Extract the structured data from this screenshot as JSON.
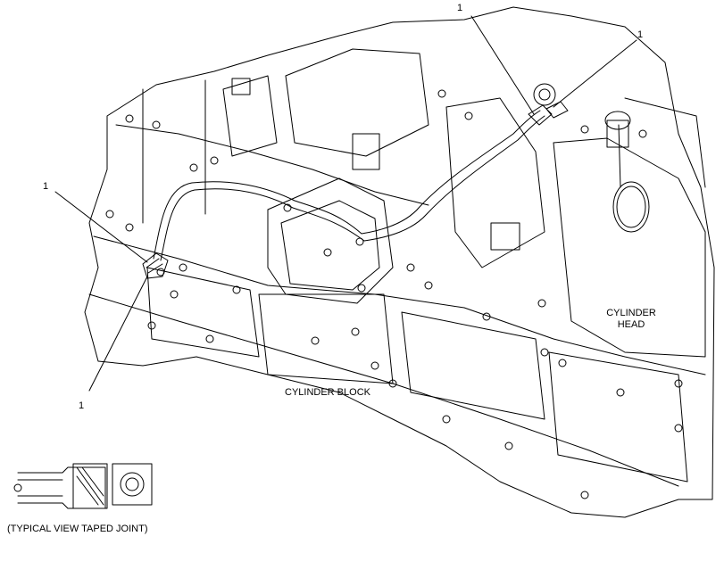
{
  "callouts": [
    "1",
    "1",
    "1",
    "1"
  ],
  "labels": {
    "cylinder_head_line1": "CYLINDER",
    "cylinder_head_line2": "HEAD",
    "cylinder_block": "CYLINDER BLOCK",
    "typical_view": "(TYPICAL VIEW TAPED JOINT)"
  },
  "colors": {
    "line": "#000000",
    "background": "#ffffff"
  }
}
